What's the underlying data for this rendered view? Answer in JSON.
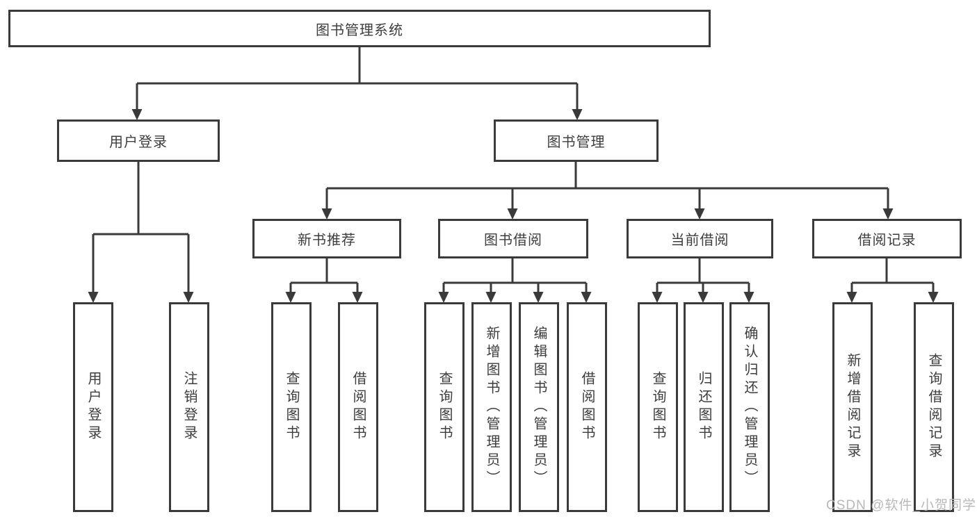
{
  "diagram": {
    "nodes": {
      "root": "图书管理系统",
      "user_login": "用户登录",
      "book_management": "图书管理",
      "new_book_recommend": "新书推荐",
      "book_borrowing": "图书借阅",
      "current_borrowing": "当前借阅",
      "borrowing_records": "借阅记录",
      "leaf_user_login": "用户登录",
      "leaf_logout": "注销登录",
      "leaf_query_books_a": "查询图书",
      "leaf_borrow_books_a": "借阅图书",
      "leaf_query_books_b": "查询图书",
      "leaf_add_books_admin": "新增图书（管理员）",
      "leaf_edit_books_admin": "编辑图书（管理员）",
      "leaf_borrow_books_b": "借阅图书",
      "leaf_query_books_c": "查询图书",
      "leaf_return_books": "归还图书",
      "leaf_confirm_return_admin": "确认归还（管理员）",
      "leaf_add_borrow_record": "新增借阅记录",
      "leaf_query_borrow_record": "查询借阅记录"
    },
    "watermark": "CSDN @软件_小贺同学",
    "colors": {
      "line": "#3a3a3a",
      "text": "#3d3d3d",
      "watermark": "#b8b8b8"
    }
  }
}
